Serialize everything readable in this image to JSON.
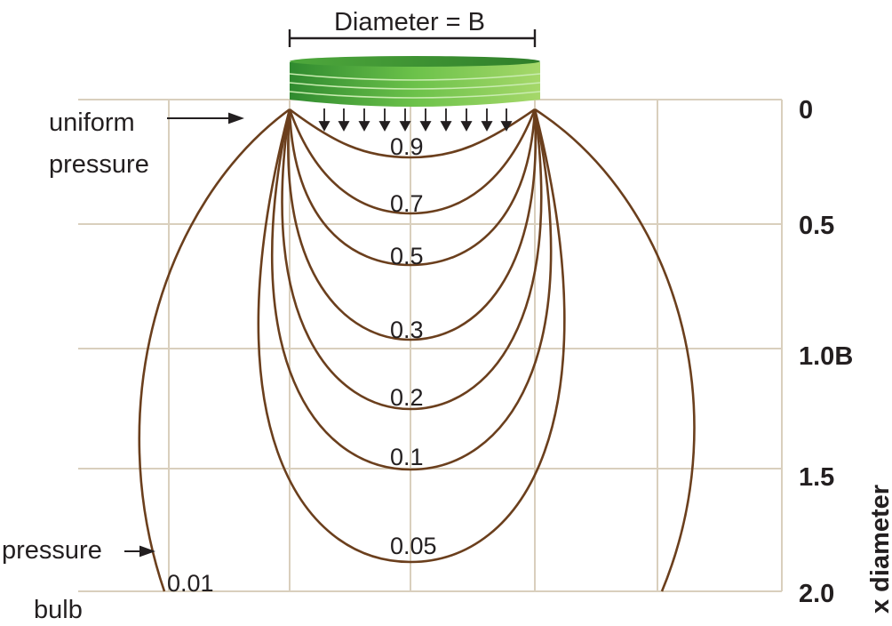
{
  "diagram": {
    "width_label": "Diameter = B",
    "load_label": [
      "uniform",
      "pressure"
    ],
    "bulb_label": [
      "pressure",
      "bulb"
    ],
    "depth_axis": {
      "title": "x diameter",
      "ticks": [
        "0",
        "0.5",
        "1.0B",
        "1.5",
        "2.0"
      ]
    },
    "isobars": [
      {
        "value": "0.9"
      },
      {
        "value": "0.7"
      },
      {
        "value": "0.5"
      },
      {
        "value": "0.3"
      },
      {
        "value": "0.2"
      },
      {
        "value": "0.1"
      },
      {
        "value": "0.05"
      },
      {
        "value": "0.01"
      }
    ],
    "colors": {
      "footing": "#3fa83a",
      "isobar": "#6b3f1d",
      "grid": "#d9cfbd",
      "text": "#231f20"
    }
  }
}
